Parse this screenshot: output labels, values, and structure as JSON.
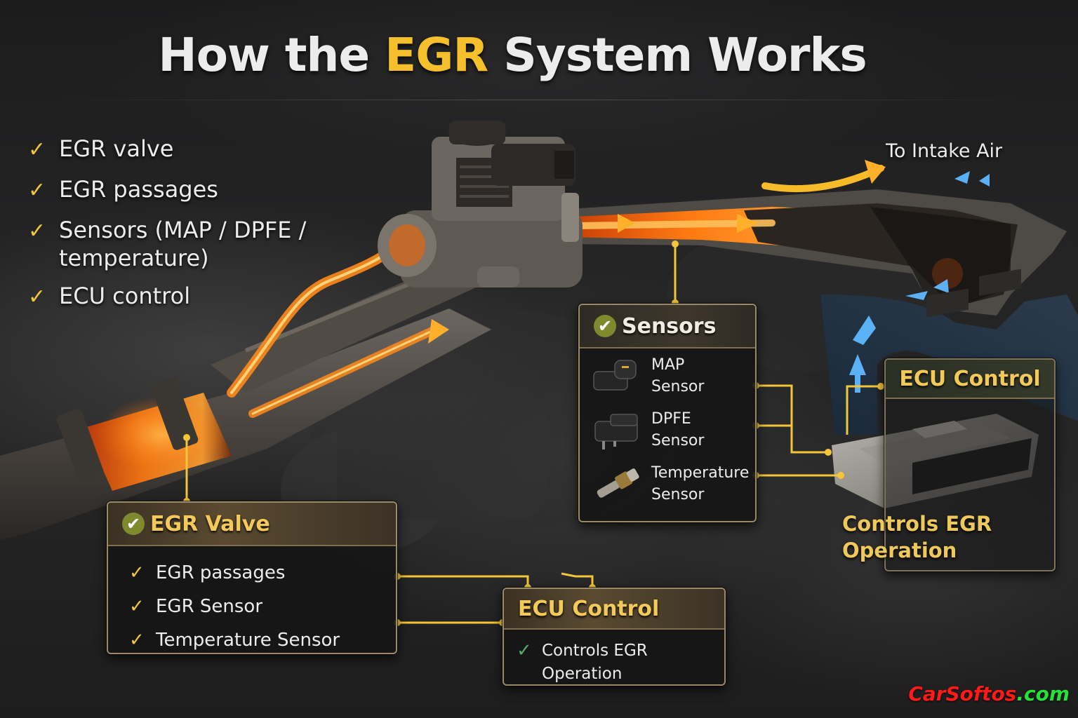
{
  "title": {
    "prefix": "How the ",
    "accent": "EGR",
    "suffix": " System Works"
  },
  "colors": {
    "accent": "#f5c02c",
    "text": "#ececec",
    "panel_border": "#9a8a66",
    "exhaust_flow": "#ff8a1a",
    "intake_flow": "#4fb4ff",
    "connector": "#f3c63a"
  },
  "checklist": [
    {
      "icon": "check-icon",
      "label": "EGR valve"
    },
    {
      "icon": "check-icon",
      "label": "EGR passages"
    },
    {
      "icon": "check-icon",
      "label": "Sensors (MAP / DPFE / temperature)"
    },
    {
      "icon": "check-icon",
      "label": "ECU control"
    }
  ],
  "flow_labels": {
    "intake": "To Intake Air"
  },
  "panels": {
    "egr_valve": {
      "title": "EGR Valve",
      "items": [
        "EGR passages",
        "EGR Sensor",
        "Temperature Sensor"
      ]
    },
    "sensors": {
      "title": "Sensors",
      "items": [
        {
          "icon": "map-sensor-icon",
          "line1": "MAP",
          "line2": "Sensor"
        },
        {
          "icon": "dpfe-sensor-icon",
          "line1": "DPFE",
          "line2": "Sensor"
        },
        {
          "icon": "temperature-sensor-icon",
          "line1": "Temperature",
          "line2": "Sensor"
        }
      ]
    },
    "ecu_control_right": {
      "title": "ECU Control",
      "caption_line1": "Controls EGR",
      "caption_line2": "Operation"
    },
    "ecu_control_bottom": {
      "title": "ECU Control",
      "line1": "Controls EGR",
      "line2": "Operation"
    }
  },
  "brand": {
    "part1": "CarSoftos",
    "part2": ".com"
  },
  "glyphs": {
    "check": "✓",
    "check_heavy": "✔"
  }
}
